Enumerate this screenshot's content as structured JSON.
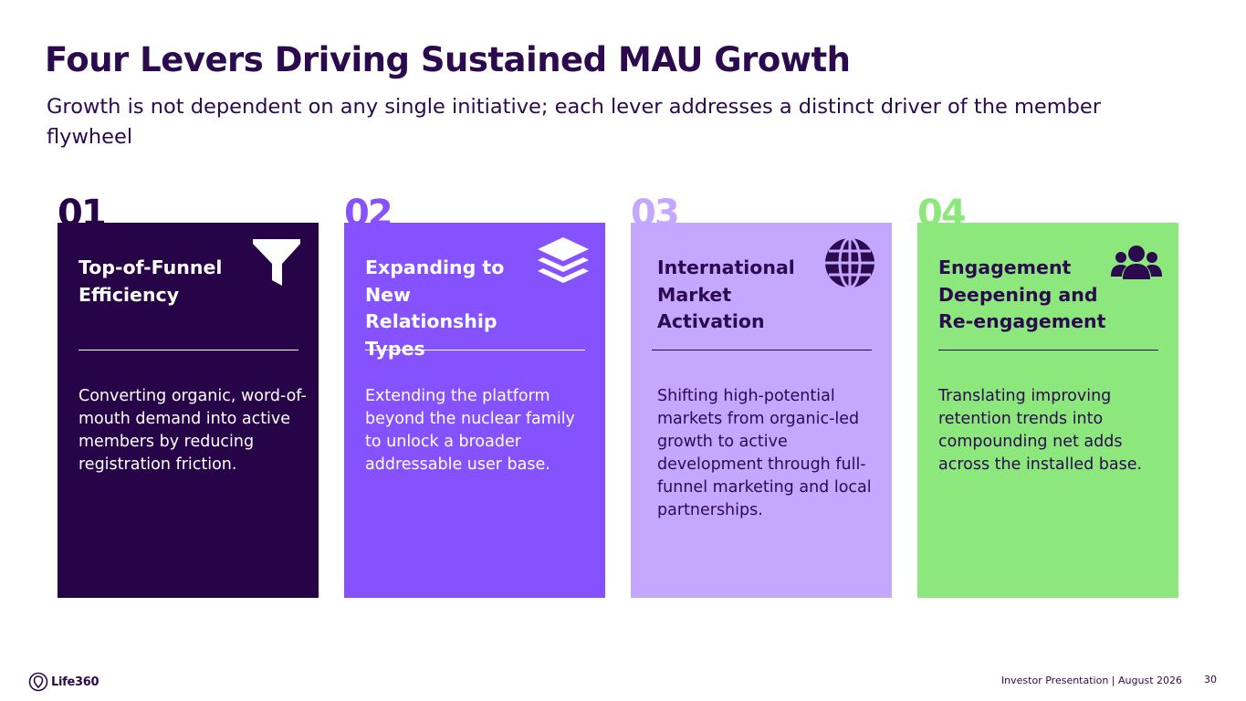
{
  "header": {
    "title": "Four Levers Driving Sustained MAU Growth",
    "subtitle": "Growth is not dependent on any single initiative; each lever addresses a distinct driver of the member flywheel"
  },
  "cards": [
    {
      "number": "01",
      "title": "Top-of-Funnel Efficiency",
      "icon": "funnel-icon",
      "description": "Converting organic, word-of-mouth demand into active members by reducing registration friction.",
      "color": "#260447"
    },
    {
      "number": "02",
      "title": "Expanding to New Relationship Types",
      "icon": "layers-icon",
      "description": "Extending the platform beyond the nuclear family to unlock a broader addressable user base.",
      "color": "#8652ff"
    },
    {
      "number": "03",
      "title": "International Market Activation",
      "icon": "globe-icon",
      "description": "Shifting high-potential markets from organic-led growth to active development through full-funnel marketing and local partnerships.",
      "color": "#c4a8ff"
    },
    {
      "number": "04",
      "title": "Engagement Deepening and Re-engagement",
      "icon": "users-group-icon",
      "description": "Translating improving retention trends into compounding net adds across the installed base.",
      "color": "#8ce87d"
    }
  ],
  "footer": {
    "logo_text": "Life360",
    "logo_icon": "life360-logo-icon",
    "meta": "Investor Presentation  |  August 2026",
    "page_number": "30"
  }
}
